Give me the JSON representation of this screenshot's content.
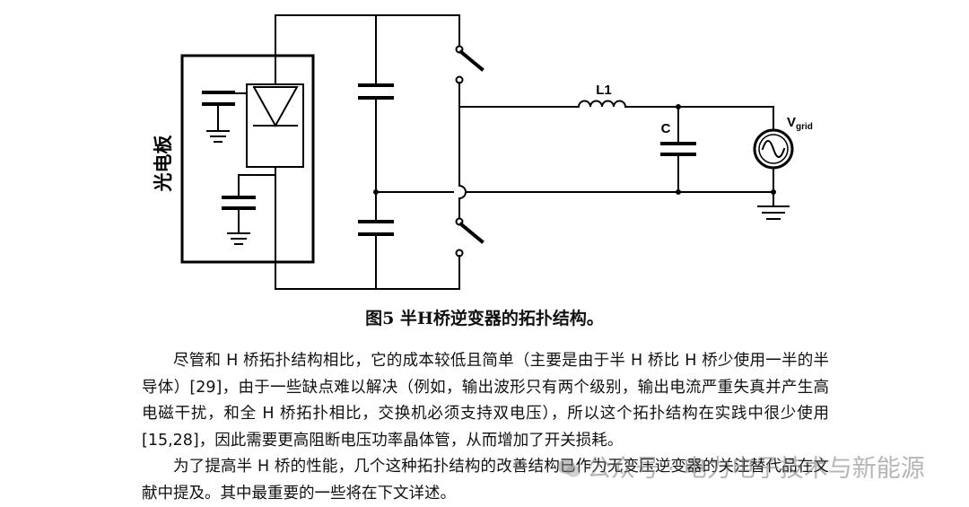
{
  "diagram": {
    "panel_label": "光电板",
    "inductor_label": "L1",
    "capacitor_label": "C",
    "grid_label_main": "V",
    "grid_label_sub": "grid"
  },
  "caption": "图5  半H桥逆变器的拓扑结构。",
  "paragraphs": [
    "尽管和 H 桥拓扑结构相比，它的成本较低且简单（主要是由于半 H 桥比 H 桥少使用一半的半导体）[29]，由于一些缺点难以解决（例如，输出波形只有两个级别，输出电流严重失真并产生高电磁干扰，和全 H 桥拓扑相比，交换机必须支持双电压），所以这个拓扑结构在实践中很少使用[15,28]，因此需要更高阻断电压功率晶体管，从而增加了开关损耗。",
    "为了提高半 H 桥的性能，几个这种拓扑结构的改善结构已作为无变压逆变器的关注替代品在文献中提及。其中最重要的一些将在下文详述。"
  ],
  "watermark": "公众号 · 电力电子技术与新能源"
}
